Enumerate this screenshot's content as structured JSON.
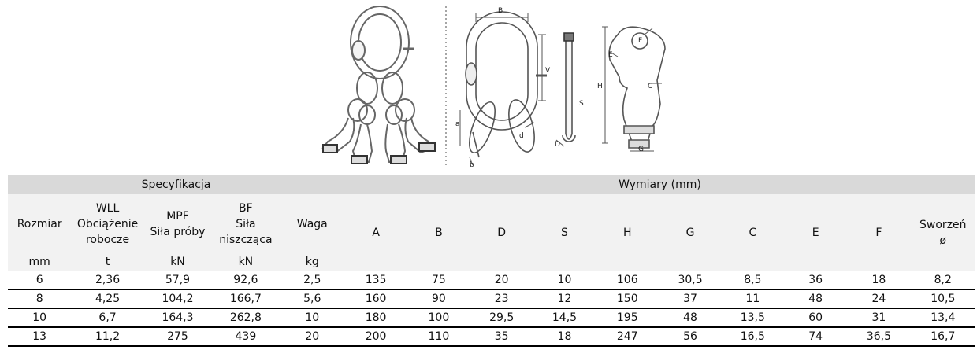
{
  "figures": {
    "dimension_letters": [
      "B",
      "V",
      "H",
      "F",
      "E",
      "C",
      "S",
      "a",
      "d",
      "b",
      "D",
      "G"
    ]
  },
  "table": {
    "group_headers": {
      "specification": "Specyfikacja",
      "dimensions": "Wymiary (mm)"
    },
    "columns": [
      {
        "label_lines": [
          "Rozmiar"
        ],
        "unit": "mm"
      },
      {
        "label_lines": [
          "WLL",
          "Obciążenie",
          "robocze"
        ],
        "unit": "t"
      },
      {
        "label_lines": [
          "MPF",
          "Siła próby"
        ],
        "unit": "kN"
      },
      {
        "label_lines": [
          "BF",
          "Siła",
          "niszcząca"
        ],
        "unit": "kN"
      },
      {
        "label_lines": [
          "Waga"
        ],
        "unit": "kg"
      },
      {
        "label_lines": [
          "A"
        ],
        "unit": ""
      },
      {
        "label_lines": [
          "B"
        ],
        "unit": ""
      },
      {
        "label_lines": [
          "D"
        ],
        "unit": ""
      },
      {
        "label_lines": [
          "S"
        ],
        "unit": ""
      },
      {
        "label_lines": [
          "H"
        ],
        "unit": ""
      },
      {
        "label_lines": [
          "G"
        ],
        "unit": ""
      },
      {
        "label_lines": [
          "C"
        ],
        "unit": ""
      },
      {
        "label_lines": [
          "E"
        ],
        "unit": ""
      },
      {
        "label_lines": [
          "F"
        ],
        "unit": ""
      },
      {
        "label_lines": [
          "Sworzeń",
          "ø"
        ],
        "unit": ""
      }
    ],
    "rows": [
      [
        "6",
        "2,36",
        "57,9",
        "92,6",
        "2,5",
        "135",
        "75",
        "20",
        "10",
        "106",
        "30,5",
        "8,5",
        "36",
        "18",
        "8,2"
      ],
      [
        "8",
        "4,25",
        "104,2",
        "166,7",
        "5,6",
        "160",
        "90",
        "23",
        "12",
        "150",
        "37",
        "11",
        "48",
        "24",
        "10,5"
      ],
      [
        "10",
        "6,7",
        "164,3",
        "262,8",
        "10",
        "180",
        "100",
        "29,5",
        "14,5",
        "195",
        "48",
        "13,5",
        "60",
        "31",
        "13,4"
      ],
      [
        "13",
        "11,2",
        "275",
        "439",
        "20",
        "200",
        "110",
        "35",
        "18",
        "247",
        "56",
        "16,5",
        "74",
        "36,5",
        "16,7"
      ]
    ]
  }
}
